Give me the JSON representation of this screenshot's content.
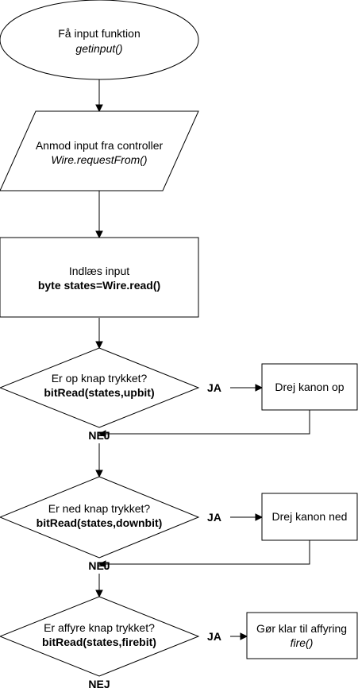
{
  "start": {
    "title": "Få input funktion",
    "code": "getinput()"
  },
  "request": {
    "title": "Anmod input fra controller",
    "code": "Wire.requestFrom()"
  },
  "read": {
    "title": "Indlæs input",
    "code": "byte states=Wire.read()"
  },
  "decisions": [
    {
      "question": "Er op knap trykket?",
      "code": "bitRead(states,upbit)",
      "yes": "JA",
      "no": "NEJ"
    },
    {
      "question": "Er ned knap trykket?",
      "code": "bitRead(states,downbit)",
      "yes": "JA",
      "no": "NEJ"
    },
    {
      "question": "Er affyre knap trykket?",
      "code": "bitRead(states,firebit)",
      "yes": "JA",
      "no": "NEJ"
    }
  ],
  "actions": [
    {
      "title": "Drej kanon op"
    },
    {
      "title": "Drej kanon ned"
    },
    {
      "title": "Gør klar til affyring",
      "code": "fire()"
    }
  ]
}
